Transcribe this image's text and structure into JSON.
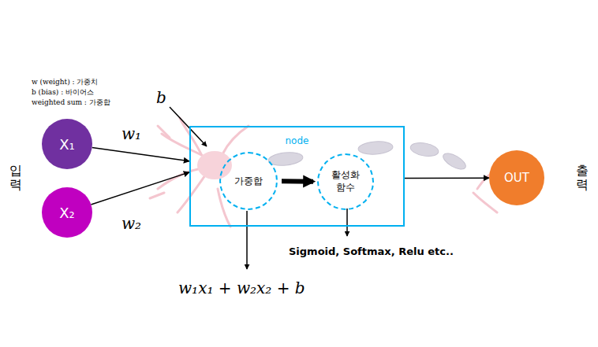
{
  "diagram": {
    "nodes": [
      {
        "text": [
          "X₁"
        ]
      },
      {
        "text": [
          "X₂"
        ]
      },
      {
        "text": [
          "node"
        ]
      },
      {
        "text": [
          "가중합"
        ],
        "in": 2
      },
      {
        "text": [
          "활성화 함수"
        ],
        "in": 2
      },
      {
        "text": [
          "OUT"
        ]
      }
    ],
    "edges": [
      {
        "from": 0,
        "to": 2,
        "label": "w₁",
        "arrow": "to"
      },
      {
        "from": 1,
        "to": 2,
        "label": "w₂",
        "arrow": "to"
      },
      {
        "from": 3,
        "to": 4,
        "arrow": "to"
      },
      {
        "from": 2,
        "to": 5,
        "arrow": "to"
      }
    ],
    "labels": [
      "w (weight) : 가중치",
      "b (bias) : 바이어스",
      "weighted sum : 가중합",
      "b",
      "입력",
      "출력",
      "Sigmoid, Softmax, Relu etc..",
      "w₁x₁ + w₂x₂ + b"
    ]
  }
}
